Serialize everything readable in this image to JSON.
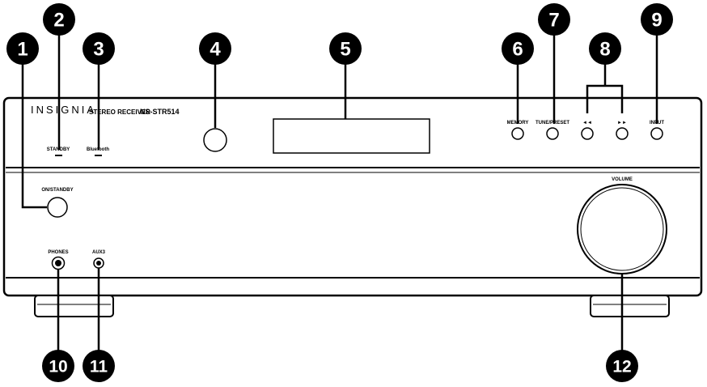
{
  "brand": "INSIGNIA",
  "model_prefix": "STEREO RECEIVER",
  "model_name": "NS-STR514",
  "labels": {
    "standby": "STANDBY",
    "bluetooth": "Bluetooth",
    "memory": "MEMORY",
    "tune_preset": "TUNE/PRESET",
    "prev": "◄◄",
    "next": "►►",
    "input": "INPUT",
    "on_standby": "ON/STANDBY",
    "volume": "VOLUME",
    "phones": "PHONES",
    "aux3": "AUX3"
  },
  "callouts": [
    "1",
    "2",
    "3",
    "4",
    "5",
    "6",
    "7",
    "8",
    "9",
    "10",
    "11",
    "12"
  ],
  "colors": {
    "ink": "#000000",
    "panel": "#ffffff"
  }
}
